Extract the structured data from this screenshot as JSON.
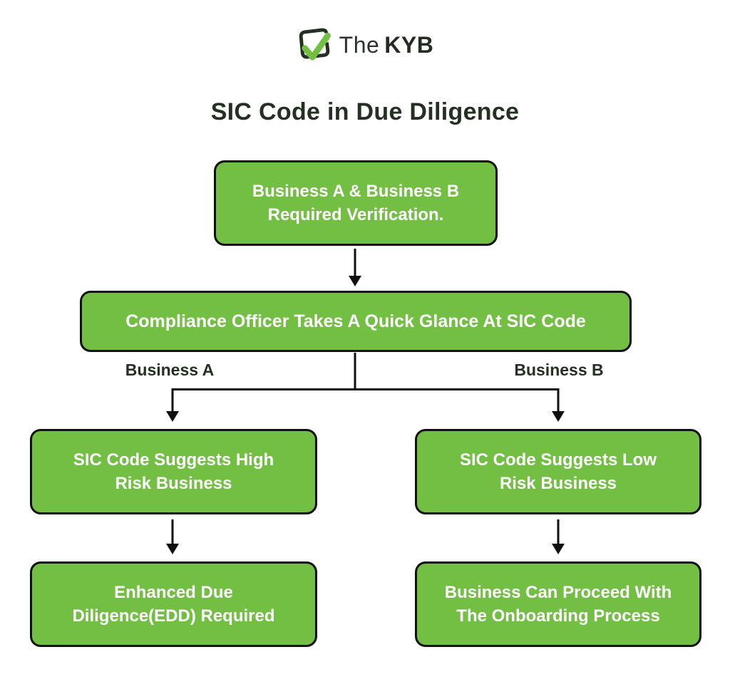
{
  "logo": {
    "brand_prefix": "The",
    "brand_name": "KYB"
  },
  "title": "SIC Code in Due Diligence",
  "colors": {
    "box_green": "#72BF44",
    "line_black": "#101010",
    "dark_text": "#243022",
    "box_text_white": "#FFFFFF"
  },
  "flowchart": {
    "nodes": {
      "verification": "Business A & Business B\nRequired Verification.",
      "compliance": "Compliance Officer Takes A Quick Glance At SIC Code",
      "high_risk": "SIC Code Suggests High\nRisk Business",
      "low_risk": "SIC Code Suggests Low\nRisk Business",
      "edd": "Enhanced Due\nDiligence(EDD) Required",
      "onboarding": "Business Can Proceed With\nThe Onboarding Process"
    },
    "branch_labels": {
      "left": "Business A",
      "right": "Business B"
    }
  }
}
